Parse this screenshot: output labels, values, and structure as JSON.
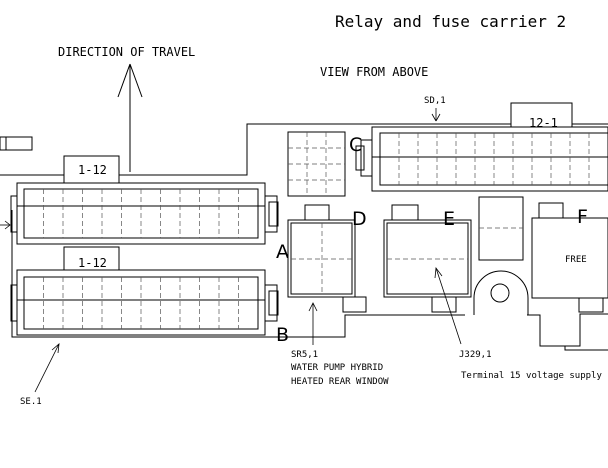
{
  "title": "Relay and fuse carrier 2",
  "direction_label": "DIRECTION OF TRAVEL",
  "view_label": "VIEW FROM ABOVE",
  "fuse_labels": {
    "upper": "1-12",
    "lower": "1-12",
    "right": "12-1"
  },
  "position_letters": {
    "a": "A",
    "b": "B",
    "c": "C",
    "d": "D",
    "e": "E",
    "f": "F"
  },
  "free_label": "FREE",
  "callouts": {
    "sd1": "SD,1",
    "se1": "SE.1",
    "sr5": "SR5,1",
    "sr5_line1": "WATER PUMP HYBRID",
    "sr5_line2": "HEATED REAR WINDOW",
    "j329": "J329,1",
    "terminal": "Terminal 15 voltage supply"
  }
}
